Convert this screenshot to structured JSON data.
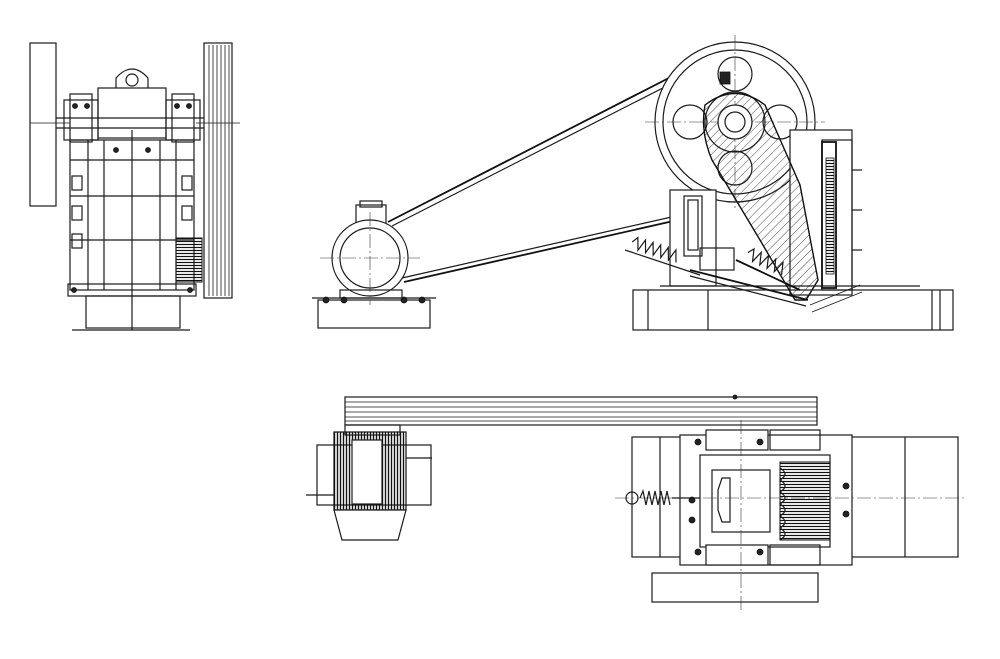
{
  "drawing": {
    "views": [
      "front-view",
      "side-view",
      "top-view"
    ],
    "components": [
      "flywheel",
      "belt-pulley",
      "v-belt",
      "electric-motor",
      "movable-jaw",
      "fixed-jaw",
      "toggle-plate",
      "tension-spring",
      "motor-base",
      "crusher-frame"
    ]
  }
}
